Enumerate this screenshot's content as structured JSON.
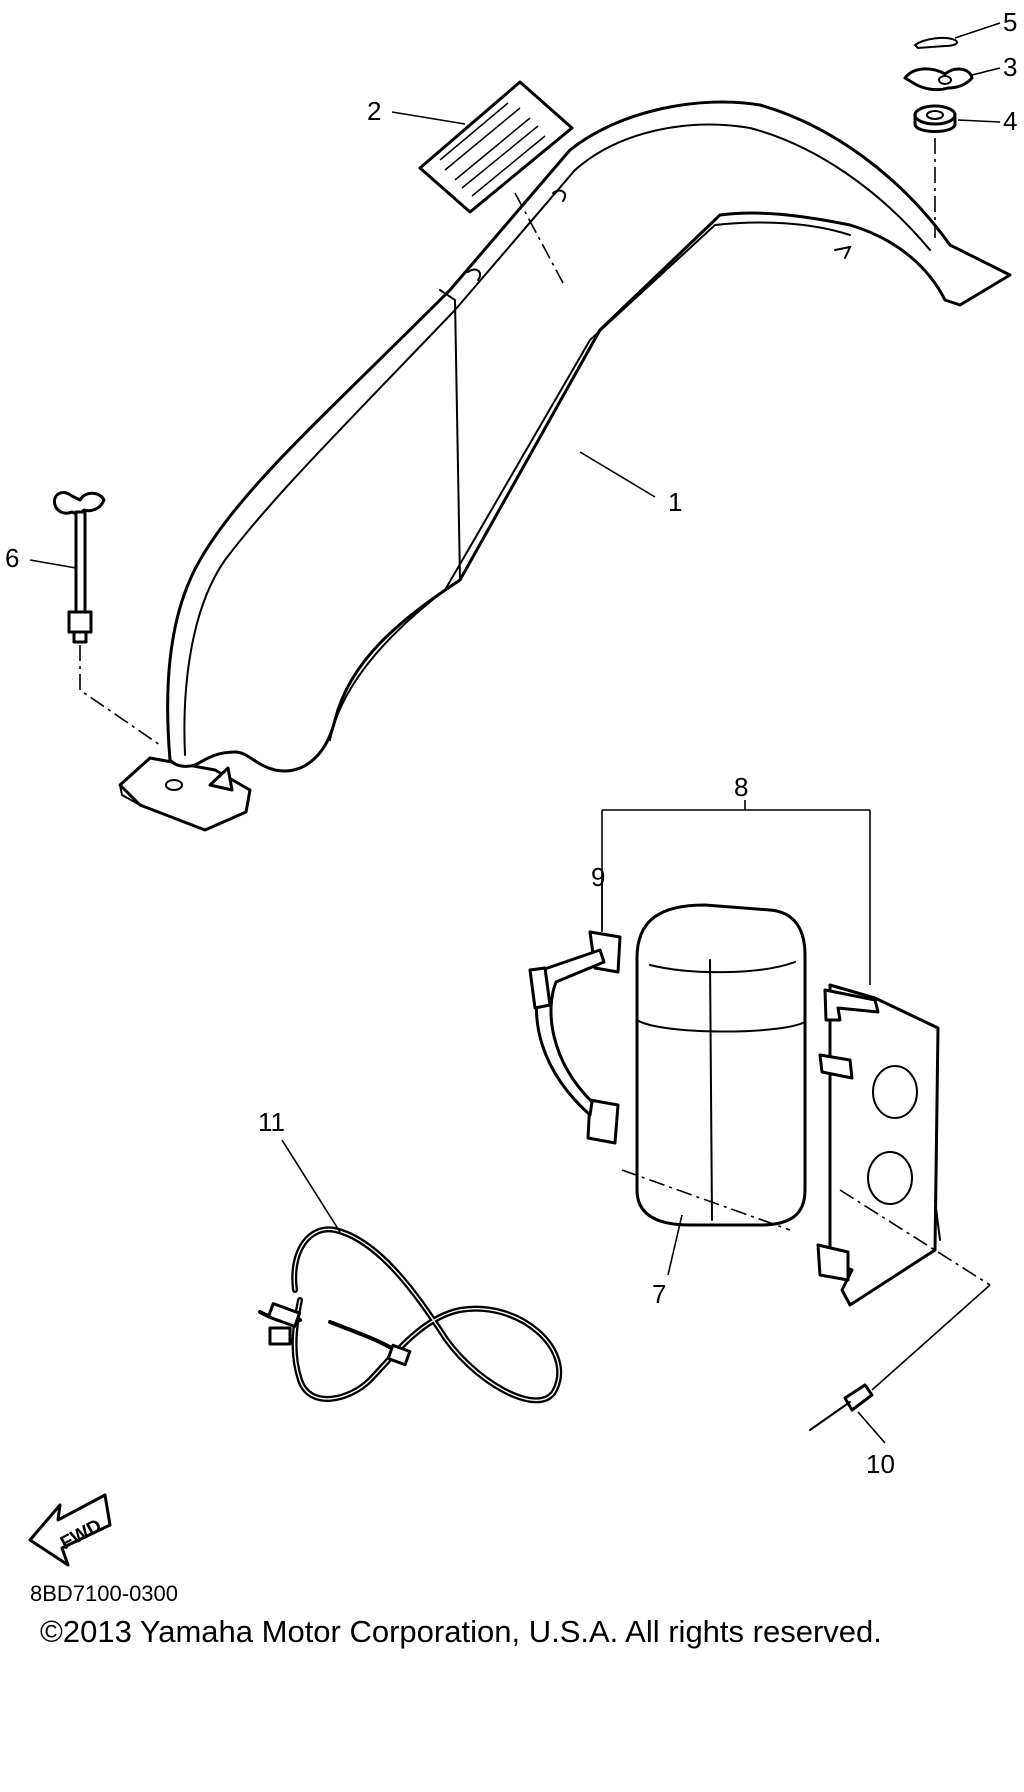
{
  "diagram": {
    "parts": [
      {
        "number": "1",
        "icon": "fender-icon"
      },
      {
        "number": "2",
        "icon": "label-plate-icon"
      },
      {
        "number": "3",
        "icon": "wing-nut-icon"
      },
      {
        "number": "4",
        "icon": "washer-icon"
      },
      {
        "number": "5",
        "icon": "cotter-pin-icon"
      },
      {
        "number": "6",
        "icon": "wing-bolt-icon"
      },
      {
        "number": "7",
        "icon": "box-icon"
      },
      {
        "number": "8",
        "icon": "bracket-assembly-icon"
      },
      {
        "number": "9",
        "icon": "strap-icon"
      },
      {
        "number": "10",
        "icon": "rivet-icon"
      },
      {
        "number": "11",
        "icon": "wire-harness-icon"
      }
    ],
    "direction_marker": {
      "label": "FWD",
      "icon": "forward-arrow-icon"
    },
    "diagram_code": "8BD7100-0300",
    "copyright": "©2013 Yamaha Motor Corporation, U.S.A. All rights reserved."
  }
}
